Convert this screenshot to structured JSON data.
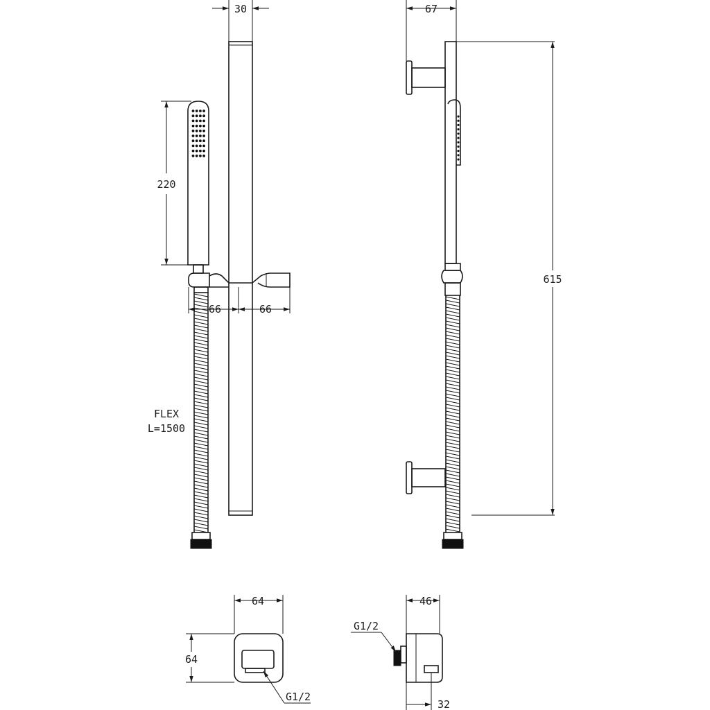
{
  "dimensions": {
    "bar_width": "30",
    "bracket_depth": "67",
    "handshower_length": "220",
    "holder_left": "66",
    "holder_right": "66",
    "rail_height": "615",
    "hose_label_1": "FLEX",
    "hose_label_2": "L=1500",
    "outlet_front_width": "64",
    "outlet_front_height": "64",
    "outlet_front_thread": "G1/2",
    "outlet_side_depth": "46",
    "outlet_side_thread": "G1/2",
    "outlet_side_offset": "32"
  }
}
